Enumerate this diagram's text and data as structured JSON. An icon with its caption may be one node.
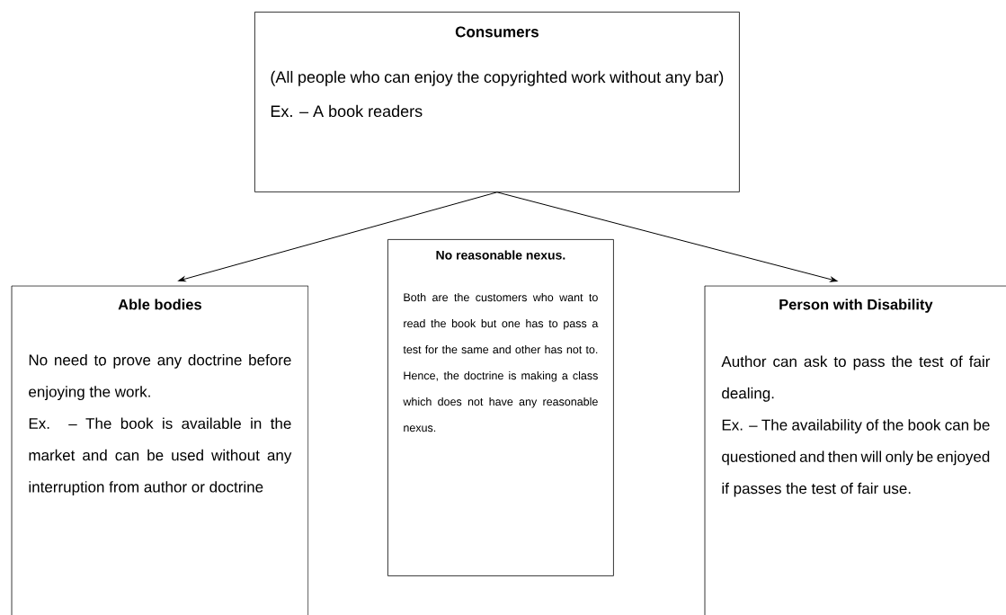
{
  "diagram": {
    "nodes": [
      {
        "text": [
          "Consumers",
          "(All people who can enjoy the copyrighted work without any bar)",
          "Ex. – A book readers"
        ]
      },
      {
        "text": [
          "Able bodies",
          "No need to prove any doctrine before enjoying the work.",
          "Ex. – The book is available in the market and can be used without any interruption from author or doctrine"
        ]
      },
      {
        "text": [
          "No reasonable nexus.",
          "Both are the customers who want to read the book but one has to pass a test for the same and other has not to. Hence, the doctrine is making a class which does not have any reasonable nexus."
        ]
      },
      {
        "text": [
          "Person with Disability",
          "Author can ask to pass the test of fair dealing.",
          "Ex. – The availability of the book can be questioned and then will only be enjoyed if passes the test of fair use."
        ]
      }
    ],
    "edges": [
      {
        "from": 0,
        "to": 1,
        "arrow": "to"
      },
      {
        "from": 0,
        "to": 3,
        "arrow": "to"
      }
    ]
  }
}
